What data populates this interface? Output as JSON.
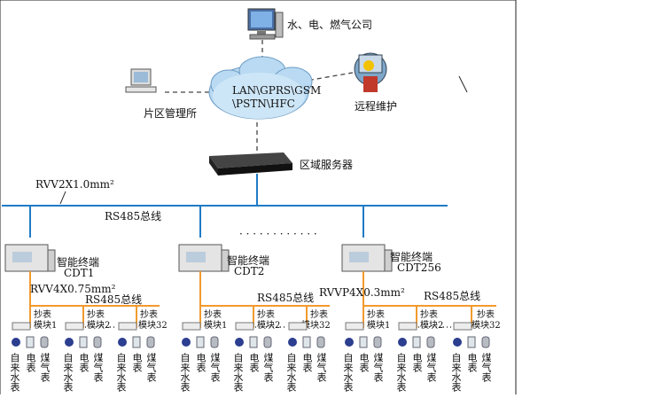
{
  "top": {
    "utility_company": "水、电、燃气公司",
    "district_office": "片区管理所",
    "remote_maintenance": "远程维护",
    "network_line1": "LAN\\GPRS\\GSM",
    "network_line2": "\\PSTN\\HFC",
    "regional_server": "区域服务器"
  },
  "bus": {
    "cable_label": "RVV2X1.0mm²",
    "rs485_main": "RS485总线"
  },
  "terminals": [
    {
      "name": "智能终端",
      "code": "CDT1"
    },
    {
      "name": "智能终端",
      "code": "CDT2"
    },
    {
      "name": "智能终端",
      "code": "CDT256"
    }
  ],
  "sub_buses": [
    {
      "cable": "RVV4X0.75mm²",
      "label": "RS485总线"
    },
    {
      "cable": "",
      "label": "RS485总线"
    },
    {
      "cable": "RVVP4X0.3mm²",
      "label": "RS485总线"
    }
  ],
  "modules": {
    "prefix": "抄表",
    "labels": [
      "模块1",
      "模块2",
      "模块32"
    ]
  },
  "meters": {
    "water": "自来水表",
    "electric": "电表",
    "gas": "煤气表"
  },
  "ellipsis": "· · · · · · · · · · · ·"
}
